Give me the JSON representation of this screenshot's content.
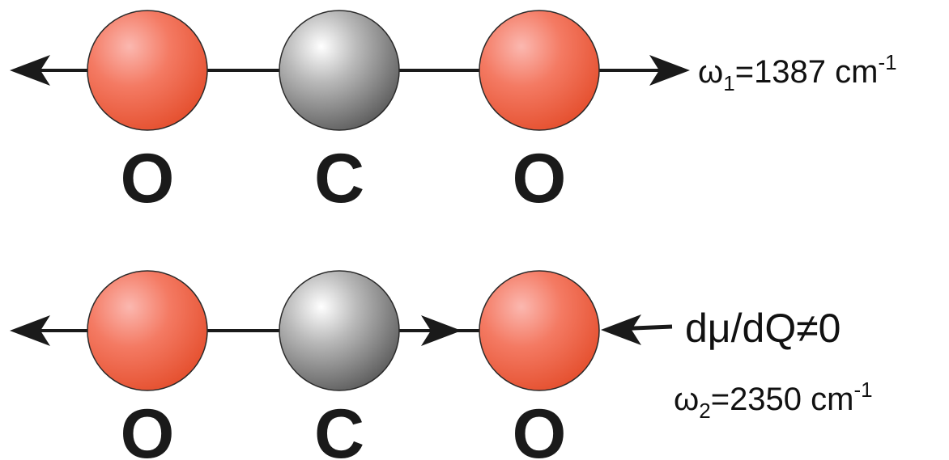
{
  "colors": {
    "oxygen": "#ee5a3e",
    "carbon": "#8c8c8c",
    "bond": "#1a1a1a",
    "arrow": "#1a1a1a"
  },
  "modes": [
    {
      "atoms": [
        {
          "label": "O"
        },
        {
          "label": "C"
        },
        {
          "label": "O"
        }
      ],
      "frequency": {
        "symbol": "ω",
        "sub": "1",
        "eq": "=1387 cm",
        "sup": "-1"
      }
    },
    {
      "atoms": [
        {
          "label": "O"
        },
        {
          "label": "C"
        },
        {
          "label": "O"
        }
      ],
      "frequency": {
        "symbol": "ω",
        "sub": "2",
        "eq": "=2350 cm",
        "sup": "-1"
      },
      "dipole_note": "dμ/dQ≠0"
    }
  ]
}
